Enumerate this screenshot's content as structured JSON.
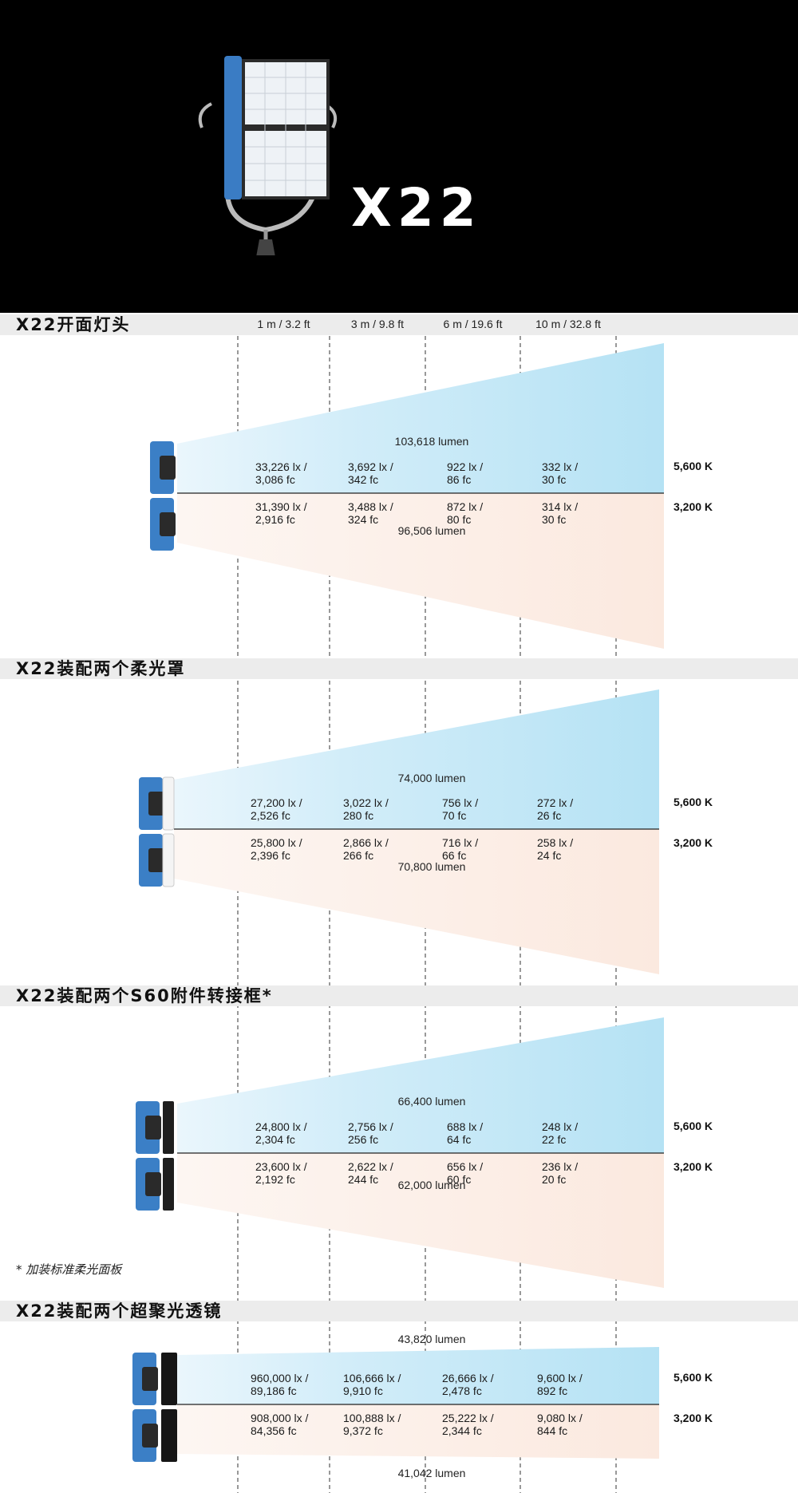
{
  "product": {
    "title": "X22"
  },
  "distances": [
    "1 m / 3.2 ft",
    "3 m / 9.8 ft",
    "6 m / 19.6 ft",
    "10 m / 32.8 ft"
  ],
  "footnote": "*  加装标准柔光面板",
  "colors": {
    "daylight": "#b5e2f4",
    "tungsten": "#fbe9df",
    "band": "#ececec",
    "hero_bg": "#000000"
  },
  "icons": [
    "lamp-fixture-icon",
    "fixture-side-icon",
    "diffuser-panel-icon",
    "adapter-frame-icon",
    "lens-icon"
  ],
  "chart_data": {
    "type": "table",
    "columns": [
      "1 m / 3.2 ft",
      "3 m / 9.8 ft",
      "6 m / 19.6 ft",
      "10 m / 32.8 ft"
    ],
    "sections": [
      {
        "title": "X22开面灯头",
        "rows": [
          {
            "cct": "5,600 K",
            "lumen": "103,618 lumen",
            "cells": [
              [
                "33,226 lx /",
                "3,086 fc"
              ],
              [
                "3,692 lx /",
                "342 fc"
              ],
              [
                "922 lx /",
                "86 fc"
              ],
              [
                "332 lx /",
                "30 fc"
              ]
            ]
          },
          {
            "cct": "3,200 K",
            "lumen": "96,506 lumen",
            "cells": [
              [
                "31,390 lx /",
                "2,916 fc"
              ],
              [
                "3,488 lx /",
                "324 fc"
              ],
              [
                "872 lx /",
                "80 fc"
              ],
              [
                "314 lx /",
                "30 fc"
              ]
            ]
          }
        ]
      },
      {
        "title": "X22装配两个柔光罩",
        "rows": [
          {
            "cct": "5,600 K",
            "lumen": "74,000 lumen",
            "cells": [
              [
                "27,200 lx /",
                "2,526 fc"
              ],
              [
                "3,022 lx /",
                "280 fc"
              ],
              [
                "756 lx /",
                "70 fc"
              ],
              [
                "272 lx /",
                "26 fc"
              ]
            ]
          },
          {
            "cct": "3,200 K",
            "lumen": "70,800 lumen",
            "cells": [
              [
                "25,800 lx /",
                "2,396 fc"
              ],
              [
                "2,866 lx /",
                "266 fc"
              ],
              [
                "716 lx /",
                "66 fc"
              ],
              [
                "258 lx /",
                "24 fc"
              ]
            ]
          }
        ]
      },
      {
        "title": "X22装配两个S60附件转接框*",
        "rows": [
          {
            "cct": "5,600 K",
            "lumen": "66,400 lumen",
            "cells": [
              [
                "24,800 lx /",
                "2,304 fc"
              ],
              [
                "2,756 lx /",
                "256 fc"
              ],
              [
                "688 lx /",
                "64 fc"
              ],
              [
                "248 lx /",
                "22 fc"
              ]
            ]
          },
          {
            "cct": "3,200 K",
            "lumen": "62,000 lumen",
            "cells": [
              [
                "23,600 lx /",
                "2,192 fc"
              ],
              [
                "2,622 lx /",
                "244 fc"
              ],
              [
                "656 lx /",
                "60 fc"
              ],
              [
                "236 lx /",
                "20 fc"
              ]
            ]
          }
        ]
      },
      {
        "title": "X22装配两个超聚光透镜",
        "rows": [
          {
            "cct": "5,600 K",
            "lumen": "43,820 lumen",
            "cells": [
              [
                "960,000 lx /",
                "89,186 fc"
              ],
              [
                "106,666 lx /",
                "9,910 fc"
              ],
              [
                "26,666 lx /",
                "2,478 fc"
              ],
              [
                "9,600 lx /",
                "892 fc"
              ]
            ]
          },
          {
            "cct": "3,200 K",
            "lumen": "41,042 lumen",
            "cells": [
              [
                "908,000 lx /",
                "84,356 fc"
              ],
              [
                "100,888 lx /",
                "9,372 fc"
              ],
              [
                "25,222 lx /",
                "2,344 fc"
              ],
              [
                "9,080 lx /",
                "844 fc"
              ]
            ]
          }
        ]
      }
    ]
  }
}
